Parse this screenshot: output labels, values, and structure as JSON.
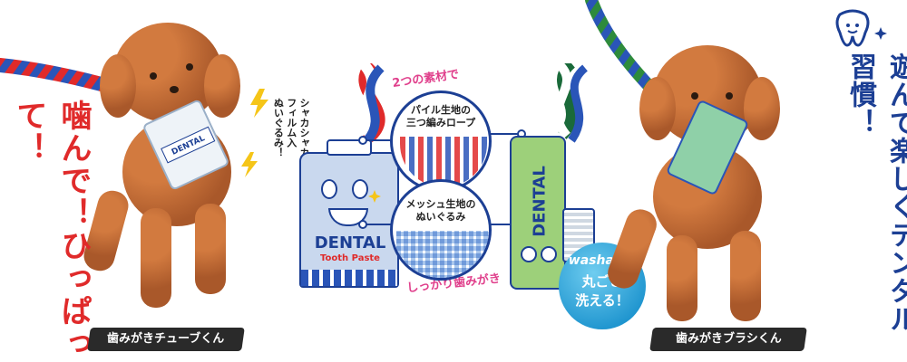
{
  "left_caption": "噛んで！ひっぱって！",
  "right_caption": "遊んで楽しくデンタル習慣！",
  "left_bubble": "シャカシャカ\nフィルム入\nぬいぐるみ！",
  "left_label": "歯みがきチューブくん",
  "right_label": "歯みがきブラシくん",
  "arc_top": "2つの素材で",
  "arc_bottom": "しっかり歯みがき",
  "circle_top_text_1": "パイル生地の",
  "circle_top_text_2": "三つ編みロープ",
  "circle_bottom_text_1": "メッシュ生地の",
  "circle_bottom_text_2": "ぬいぐるみ",
  "tube_brand": "DENTAL",
  "tube_sub": "Tooth Paste",
  "brush_brand": "DENTAL",
  "washable_en": "washable",
  "washable_jp_1": "丸ごと",
  "washable_jp_2": "洗える！",
  "toy_left_text": "DENTAL",
  "colors": {
    "red": "#e02a2a",
    "navy": "#1c3f94",
    "pink": "#e0408c",
    "dog": "#b8652f",
    "green": "#7fc04a",
    "sky": "#1f95cf"
  },
  "icons": [
    "tooth-icon",
    "sparkle-icon",
    "lightning-icon"
  ]
}
